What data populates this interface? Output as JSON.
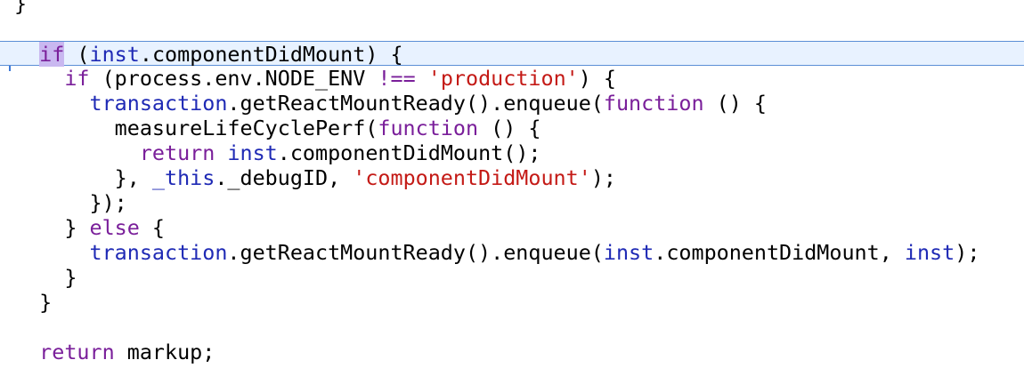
{
  "editor": {
    "lines": [
      [
        {
          "t": "}",
          "c": "plain"
        }
      ],
      [],
      [
        {
          "t": "  ",
          "c": "plain"
        },
        {
          "t": "if",
          "c": "kw-hl"
        },
        {
          "t": " (",
          "c": "plain"
        },
        {
          "t": "inst",
          "c": "var"
        },
        {
          "t": ".componentDidMount) {",
          "c": "plain"
        }
      ],
      [
        {
          "t": "    ",
          "c": "plain"
        },
        {
          "t": "if",
          "c": "kw"
        },
        {
          "t": " (process.env.NODE_ENV ",
          "c": "plain"
        },
        {
          "t": "!==",
          "c": "op"
        },
        {
          "t": " ",
          "c": "plain"
        },
        {
          "t": "'production'",
          "c": "str"
        },
        {
          "t": ") {",
          "c": "plain"
        }
      ],
      [
        {
          "t": "      ",
          "c": "plain"
        },
        {
          "t": "transaction",
          "c": "var"
        },
        {
          "t": ".getReactMountReady().enqueue(",
          "c": "plain"
        },
        {
          "t": "function",
          "c": "kw"
        },
        {
          "t": " () {",
          "c": "plain"
        }
      ],
      [
        {
          "t": "        measureLifeCyclePerf(",
          "c": "plain"
        },
        {
          "t": "function",
          "c": "kw"
        },
        {
          "t": " () {",
          "c": "plain"
        }
      ],
      [
        {
          "t": "          ",
          "c": "plain"
        },
        {
          "t": "return",
          "c": "kw"
        },
        {
          "t": " ",
          "c": "plain"
        },
        {
          "t": "inst",
          "c": "var"
        },
        {
          "t": ".componentDidMount();",
          "c": "plain"
        }
      ],
      [
        {
          "t": "        }, ",
          "c": "plain"
        },
        {
          "t": "_this",
          "c": "var"
        },
        {
          "t": "._debugID, ",
          "c": "plain"
        },
        {
          "t": "'componentDidMount'",
          "c": "str"
        },
        {
          "t": ");",
          "c": "plain"
        }
      ],
      [
        {
          "t": "      });",
          "c": "plain"
        }
      ],
      [
        {
          "t": "    } ",
          "c": "plain"
        },
        {
          "t": "else",
          "c": "kw"
        },
        {
          "t": " {",
          "c": "plain"
        }
      ],
      [
        {
          "t": "      ",
          "c": "plain"
        },
        {
          "t": "transaction",
          "c": "var"
        },
        {
          "t": ".getReactMountReady().enqueue(",
          "c": "plain"
        },
        {
          "t": "inst",
          "c": "var"
        },
        {
          "t": ".componentDidMount, ",
          "c": "plain"
        },
        {
          "t": "inst",
          "c": "var"
        },
        {
          "t": ");",
          "c": "plain"
        }
      ],
      [
        {
          "t": "    }",
          "c": "plain"
        }
      ],
      [
        {
          "t": "  }",
          "c": "plain"
        }
      ],
      [],
      [
        {
          "t": "  ",
          "c": "plain"
        },
        {
          "t": "return",
          "c": "kw"
        },
        {
          "t": " markup;",
          "c": "plain"
        }
      ]
    ],
    "current_line_index": 2
  },
  "colors": {
    "keyword": "#7a1f9a",
    "identifier": "#1f2ab5",
    "string": "#c41a16",
    "current_line_bg": "#e8f2ff",
    "current_line_border": "#5b8fd6"
  }
}
